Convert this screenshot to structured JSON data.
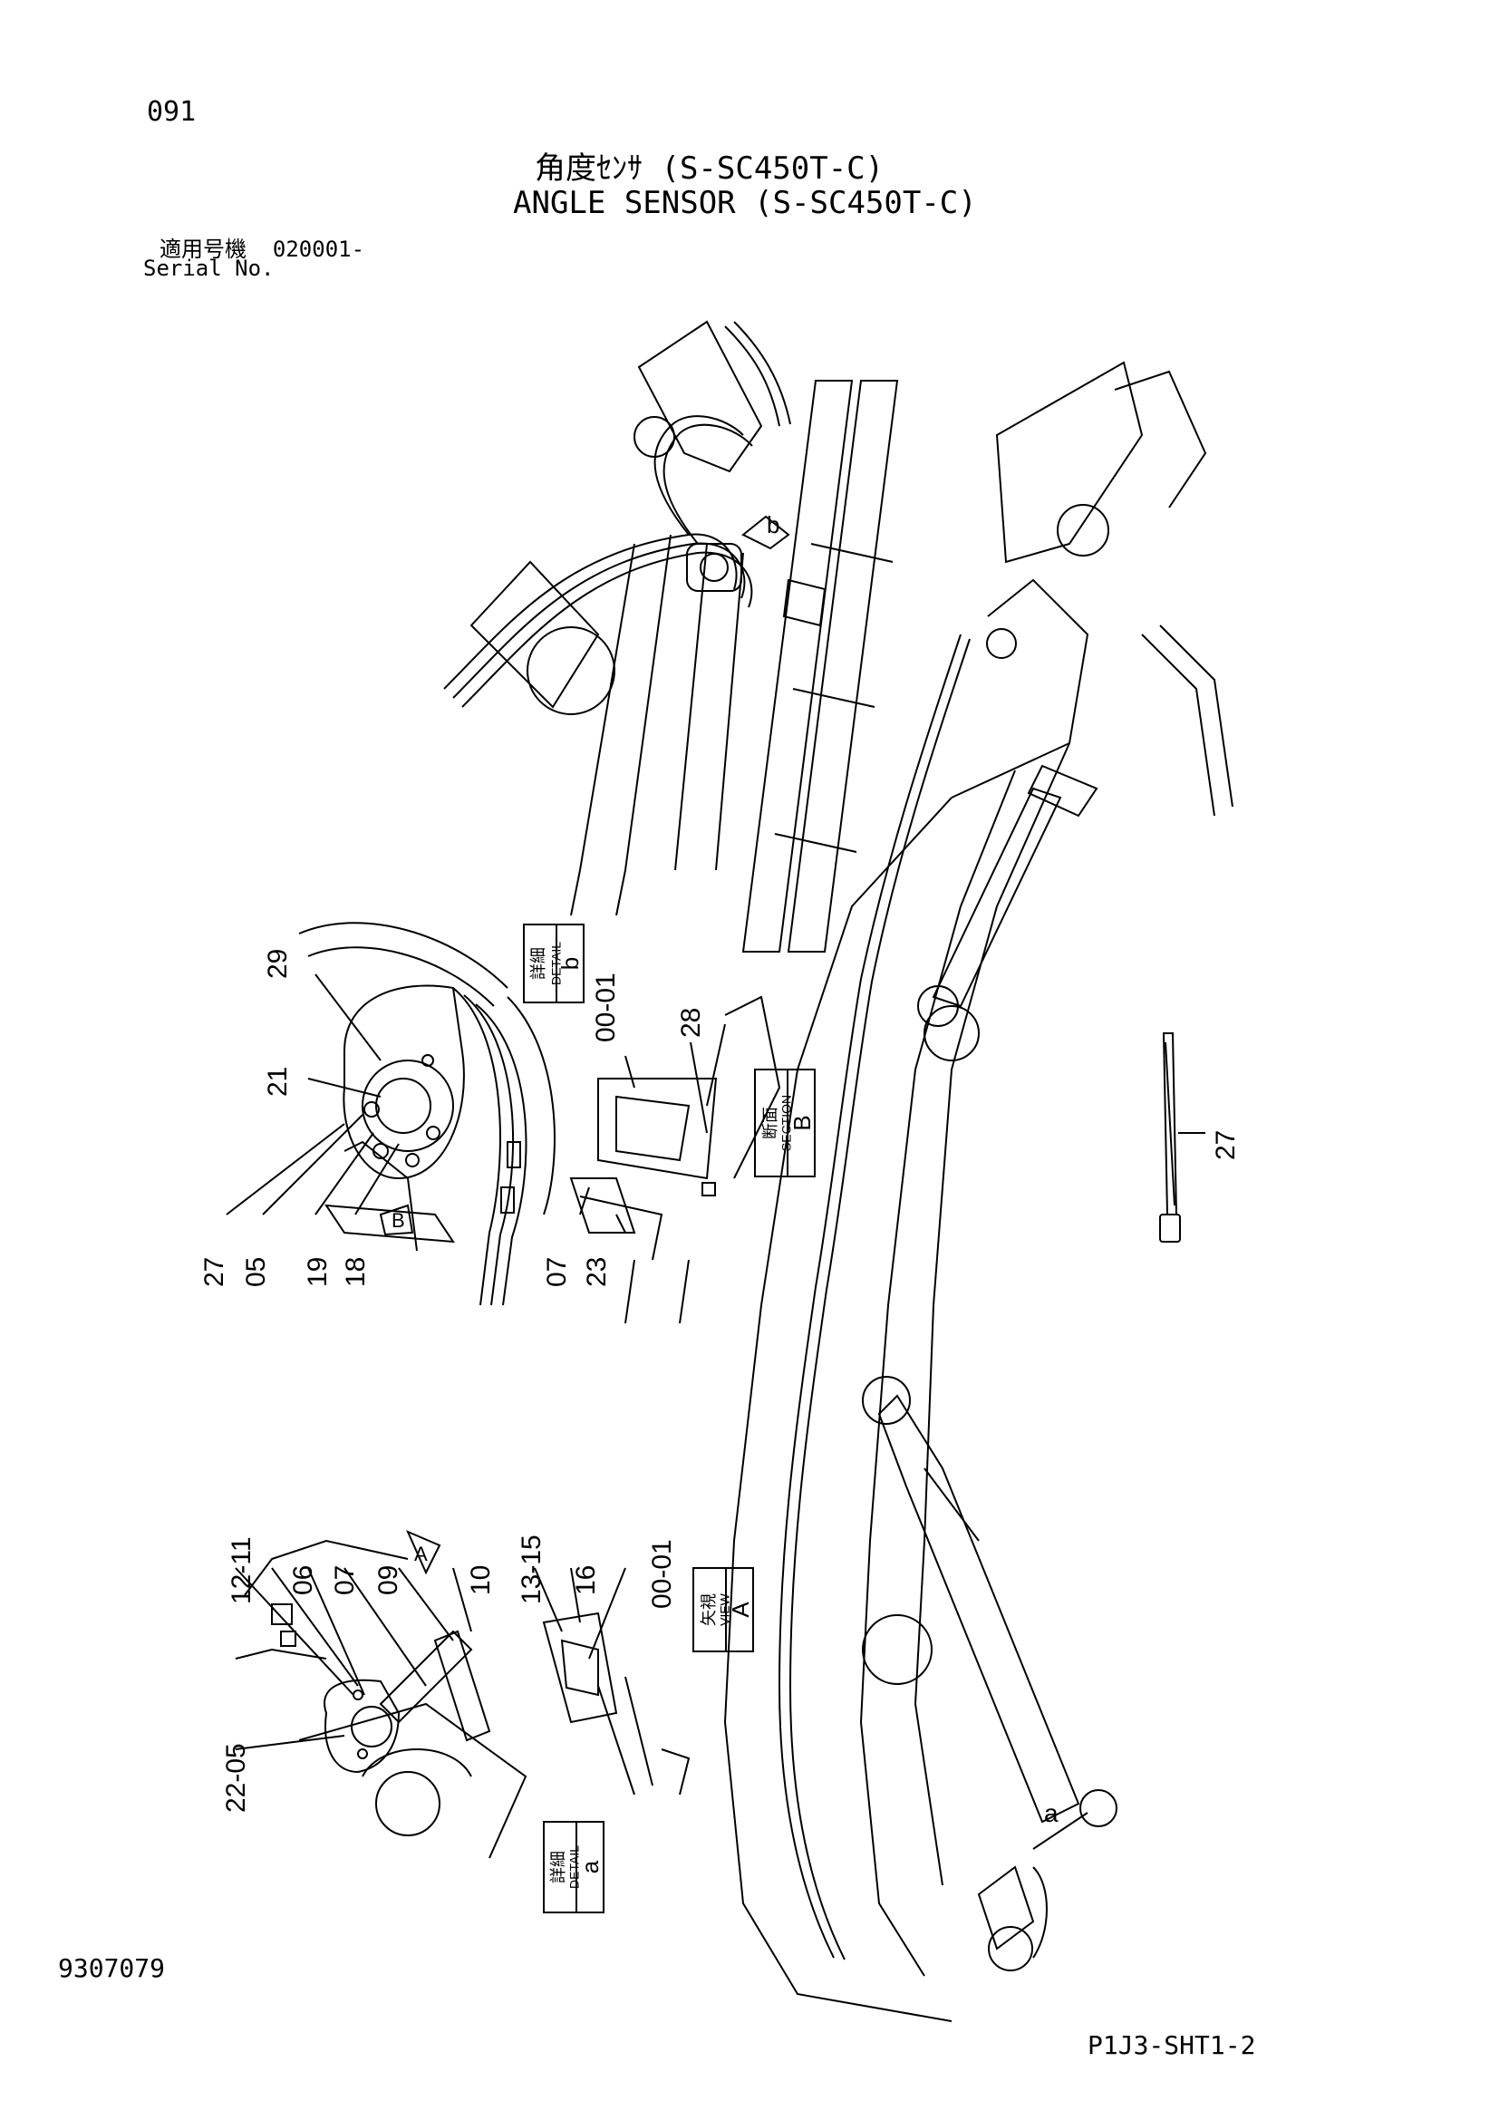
{
  "header": {
    "page_number": "091",
    "title_ja": "角度ｾﾝｻ (S-SC450T-C)",
    "title_en": "ANGLE SENSOR (S-SC450T-C)",
    "serial_label_ja": "適用号機",
    "serial_value": "020001-",
    "serial_label_en": "Serial No."
  },
  "footer": {
    "doc_number": "9307079",
    "sheet_ref": "P1J3-SHT1-2"
  },
  "boxes": {
    "detail_b": {
      "ja": "詳細",
      "en": "DETAIL",
      "letter": "b"
    },
    "section_b": {
      "ja": "断面",
      "en": "SECTION",
      "letter": "B"
    },
    "view_a": {
      "ja": "矢視",
      "en": "VIEW",
      "letter": "A"
    },
    "detail_a": {
      "ja": "詳細",
      "en": "DETAIL",
      "letter": "a"
    }
  },
  "callout_letters": {
    "b": "b",
    "a": "a",
    "B_arrow": "B",
    "A_arrow": "A"
  },
  "part_labels": {
    "p29": "29",
    "p21": "21",
    "p27a": "27",
    "p05a": "05",
    "p19": "19",
    "p18": "18",
    "p00_01a": "00-01",
    "p28": "28",
    "p07a": "07",
    "p23": "23",
    "p27b": "27",
    "p12_11": "12-11",
    "p06": "06",
    "p07b": "07",
    "p09": "09",
    "p10": "10",
    "p13_15": "13-15",
    "p16": "16",
    "p00_01b": "00-01",
    "p22_05": "22-05"
  }
}
